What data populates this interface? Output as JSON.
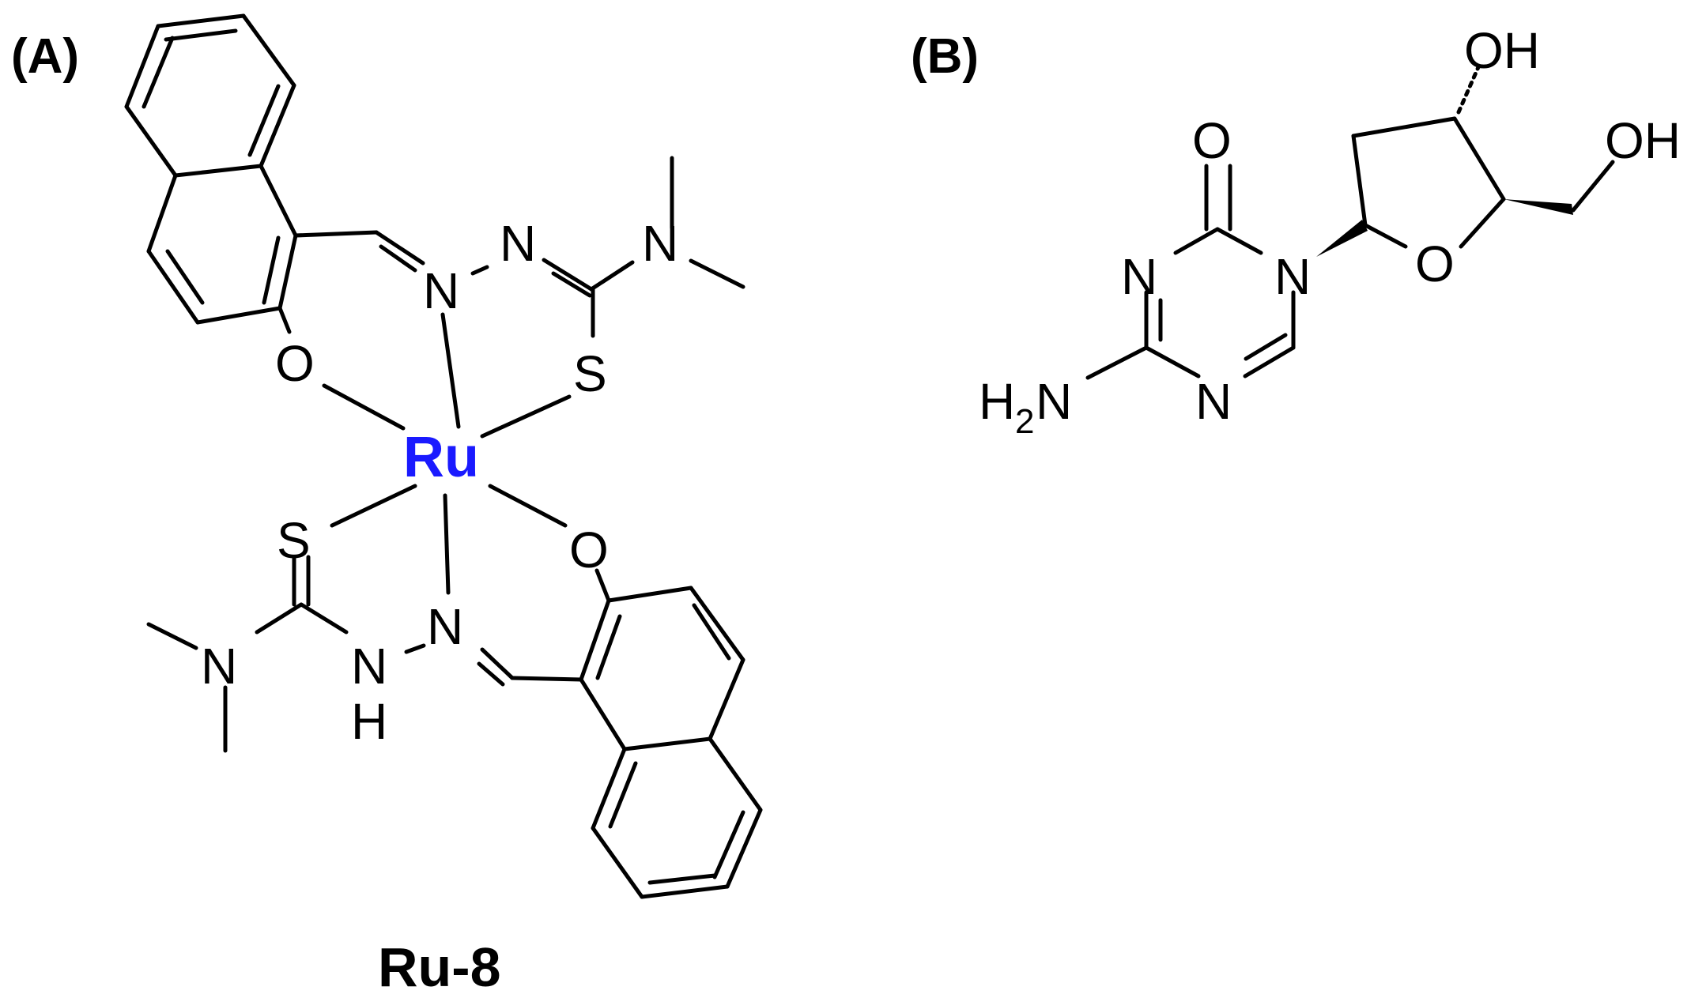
{
  "panels": {
    "a": {
      "label": "(A)",
      "compound_name": "Ru-8"
    },
    "b": {
      "label": "(B)"
    }
  },
  "atoms": {
    "ru": "Ru",
    "o_top": "O",
    "n_top": "N",
    "n_top2": "N",
    "nme2_top": "N",
    "s_top": "S",
    "s_bottom": "S",
    "o_bottom": "O",
    "n_bottom": "N",
    "nh_bottom": "N",
    "nh_h": "H",
    "nme2_bottom": "N",
    "b_o_carbonyl": "O",
    "b_n1": "N",
    "b_n3": "N",
    "b_n5": "N",
    "b_nh2_h": "H",
    "b_nh2_sub": "2",
    "b_nh2_n": "N",
    "b_o_ring": "O",
    "b_oh_top": "OH",
    "b_oh_right": "OH"
  },
  "colors": {
    "metal": "#1a1aff",
    "bond": "#000000"
  }
}
